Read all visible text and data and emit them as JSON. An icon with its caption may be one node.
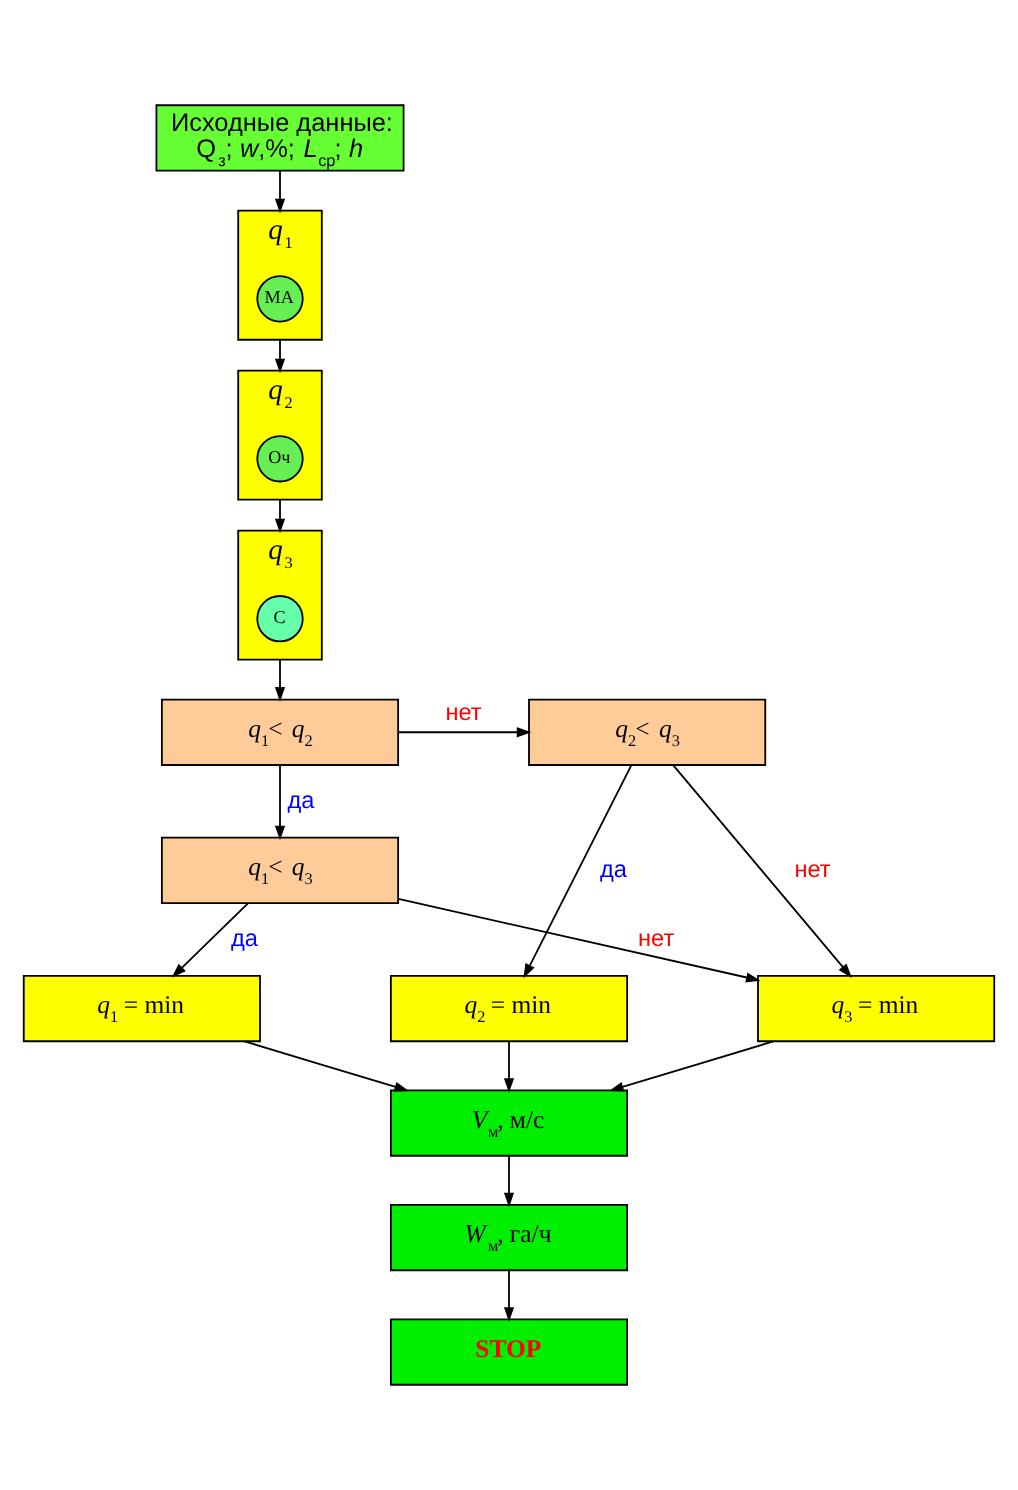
{
  "diagram": {
    "nodes": [
      {
        "text": [
          "Исходные данные:",
          "Q$_{з}$; *w*,%; *L*$_{ср}$; *h*"
        ]
      },
      {
        "text": [
          "*q*$_{1}$"
        ]
      },
      {
        "text": [
          "МА"
        ],
        "in": 1
      },
      {
        "text": [
          "*q*$_{2}$"
        ]
      },
      {
        "text": [
          "Оч"
        ],
        "in": 3
      },
      {
        "text": [
          "*q*$_{3}$"
        ]
      },
      {
        "text": [
          "С"
        ],
        "in": 5
      },
      {
        "text": [
          "*q*$_{1}$< *q*$_{2}$"
        ]
      },
      {
        "text": [
          "*q*$_{2}$< *q*$_{3}$"
        ]
      },
      {
        "text": [
          "*q*$_{1}$< *q*$_{3}$"
        ]
      },
      {
        "text": [
          "*q*$_{1}$ = min"
        ]
      },
      {
        "text": [
          "*q*$_{2}$ = min"
        ]
      },
      {
        "text": [
          "*q*$_{3}$ = min"
        ]
      },
      {
        "text": [
          "*V*$_{м}$, м/с"
        ]
      },
      {
        "text": [
          "*W*$_{м}$, га/ч"
        ]
      },
      {
        "text": [
          "STOP"
        ]
      }
    ],
    "edges": [
      {
        "from": 0,
        "to": 1,
        "arrow": "to"
      },
      {
        "from": 1,
        "to": 3,
        "arrow": "to"
      },
      {
        "from": 3,
        "to": 5,
        "arrow": "to"
      },
      {
        "from": 5,
        "to": 7,
        "arrow": "to"
      },
      {
        "from": 7,
        "to": 8,
        "arrow": "to",
        "label": "нет"
      },
      {
        "from": 7,
        "to": 9,
        "arrow": "to",
        "label": "да"
      },
      {
        "from": 9,
        "to": 12,
        "arrow": "to",
        "label": "нет"
      },
      {
        "from": 9,
        "to": 10,
        "arrow": "to",
        "label": "да"
      },
      {
        "from": 8,
        "to": 11,
        "arrow": "to",
        "label": "да"
      },
      {
        "from": 8,
        "to": 12,
        "arrow": "to",
        "label": "нет"
      },
      {
        "from": 10,
        "to": 13,
        "arrow": "to"
      },
      {
        "from": 11,
        "to": 13,
        "arrow": "to"
      },
      {
        "from": 12,
        "to": 13,
        "arrow": "to"
      },
      {
        "from": 13,
        "to": 14,
        "arrow": "to"
      },
      {
        "from": 14,
        "to": 15,
        "arrow": "to"
      }
    ]
  }
}
